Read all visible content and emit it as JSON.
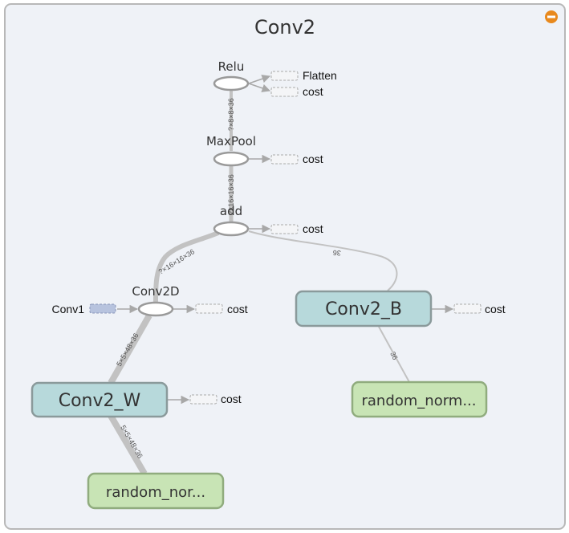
{
  "graph": {
    "title": "Conv2",
    "collapse_icon": "minus-circle-icon",
    "accent_color": "#e8891d",
    "nodes": {
      "relu": "Relu",
      "maxpool": "MaxPool",
      "add": "add",
      "conv2d": "Conv2D",
      "conv2_b": "Conv2_B",
      "conv2_w": "Conv2_W",
      "random_normal_b": "random_norm...",
      "random_normal_w": "random_nor...",
      "input_conv1": "Conv1"
    },
    "outputs": {
      "flatten": "Flatten",
      "cost": "cost"
    },
    "edge_labels": {
      "maxpool_relu": "?×8×8×36",
      "add_maxpool": "?×16×16×36",
      "conv2d_add": "?×16×16×36",
      "conv2_b_add": "36",
      "conv2_w_conv2d": "5×5×48×36",
      "random_conv2_b": "36",
      "random_conv2_w": "5×5×48×36"
    }
  }
}
